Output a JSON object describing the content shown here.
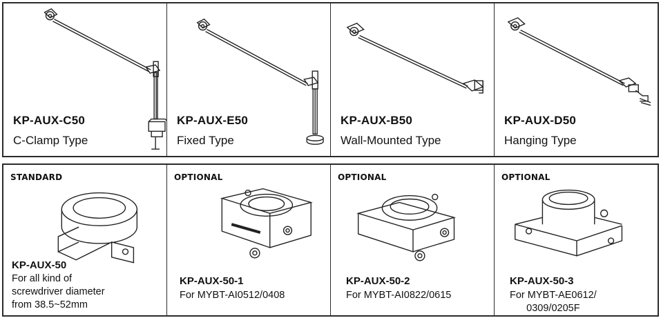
{
  "mounts": [
    {
      "model": "KP-AUX-C50",
      "type": "C-Clamp Type",
      "drawing": "c-clamp-arm-drawing"
    },
    {
      "model": "KP-AUX-E50",
      "type": "Fixed Type",
      "drawing": "fixed-arm-drawing"
    },
    {
      "model": "KP-AUX-B50",
      "type": "Wall-Mounted Type",
      "drawing": "wall-mounted-arm-drawing"
    },
    {
      "model": "KP-AUX-D50",
      "type": "Hanging Type",
      "drawing": "hanging-arm-drawing"
    }
  ],
  "holders": [
    {
      "tag": "STANDARD",
      "model": "KP-AUX-50",
      "description": [
        "For all kind of",
        "screwdriver diameter",
        "from 38.5~52mm"
      ],
      "drawing": "holder-drawing"
    },
    {
      "tag": "OPTIONAL",
      "model": "KP-AUX-50-1",
      "description": [
        "For MYBT-AI0512/0408"
      ],
      "drawing": "holder-drawing"
    },
    {
      "tag": "OPTIONAL",
      "model": "KP-AUX-50-2",
      "description": [
        "For MYBT-AI0822/0615"
      ],
      "drawing": "holder-drawing"
    },
    {
      "tag": "OPTIONAL",
      "model": "KP-AUX-50-3",
      "description": [
        "For MYBT-AE0612/",
        "0309/0205F"
      ],
      "drawing": "holder-drawing"
    }
  ]
}
